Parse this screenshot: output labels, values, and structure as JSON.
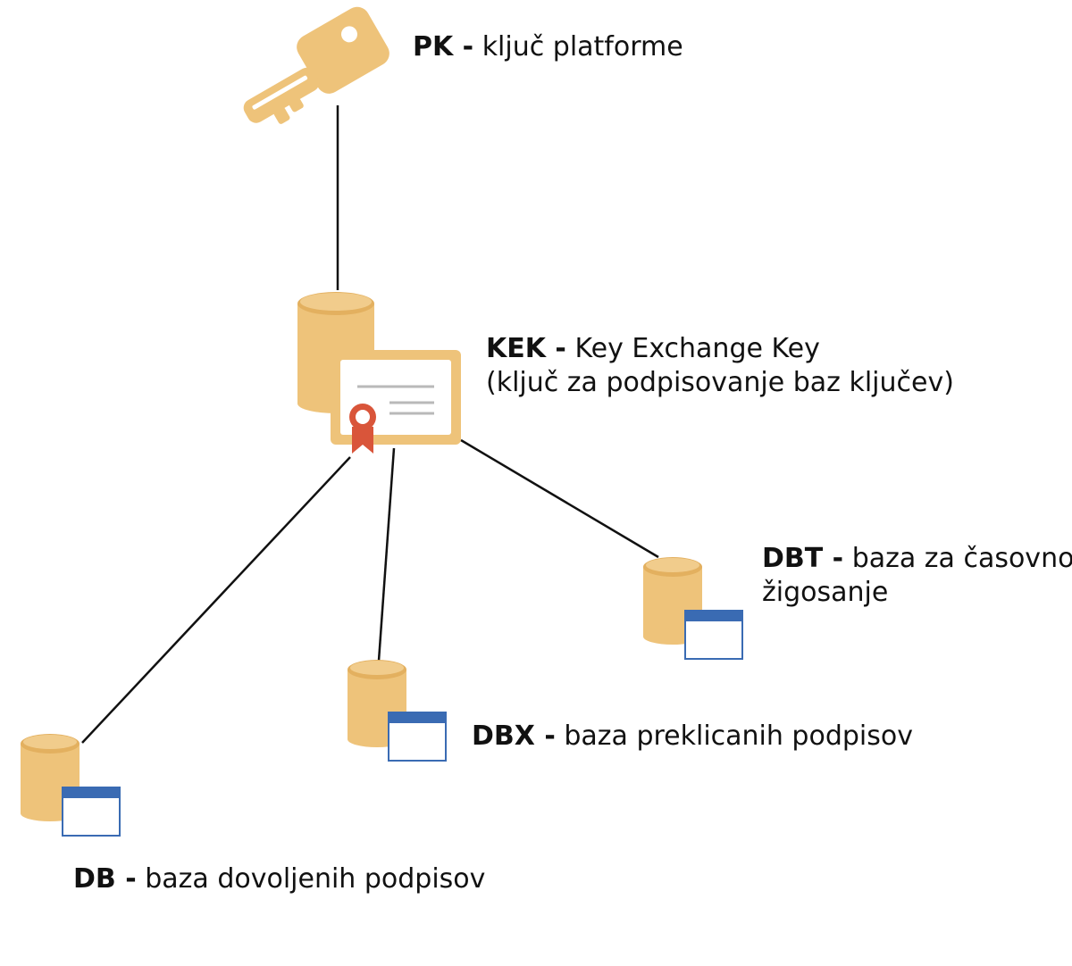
{
  "colors": {
    "gold": "#eec37a",
    "gold_dark": "#e3b05f",
    "window_blue": "#3a6bb3",
    "seal_red": "#d9553a",
    "line": "#111111"
  },
  "nodes": {
    "pk": {
      "abbr": "PK -",
      "desc": "ključ platforme",
      "icon": "key-icon"
    },
    "kek": {
      "abbr": "KEK -",
      "desc": "Key Exchange Key",
      "desc2": "(ključ za podpisovanje baz ključev)",
      "icon": "certificate-database-icon"
    },
    "dbt": {
      "abbr": "DBT -",
      "desc": "baza za časovno",
      "desc2": "žigosanje",
      "icon": "database-window-icon"
    },
    "dbx": {
      "abbr": "DBX -",
      "desc": "baza preklicanih podpisov",
      "icon": "database-window-icon"
    },
    "db": {
      "abbr": "DB -",
      "desc": "baza dovoljenih podpisov",
      "icon": "database-window-icon"
    }
  }
}
